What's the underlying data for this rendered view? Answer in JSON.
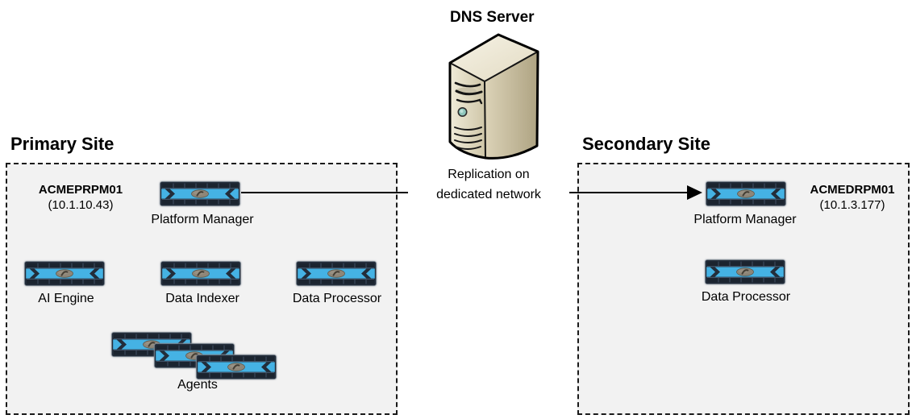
{
  "dns_server": {
    "label": "DNS Server",
    "icon": "tower-server-icon"
  },
  "replication_link": {
    "line1": "Replication on",
    "line2": "dedicated network"
  },
  "primary_site": {
    "title": "Primary Site",
    "host_name": "ACMEPRPM01",
    "host_ip": "(10.1.10.43)",
    "platform_manager_label": "Platform Manager",
    "ai_engine_label": "AI Engine",
    "data_indexer_label": "Data Indexer",
    "data_processor_label": "Data Processor",
    "agents_label": "Agents",
    "agents_count": 3
  },
  "secondary_site": {
    "title": "Secondary Site",
    "host_name": "ACMEDRPM01",
    "host_ip": "(10.1.3.177)",
    "platform_manager_label": "Platform Manager",
    "data_processor_label": "Data Processor"
  },
  "colors": {
    "appliance_blue": "#45B2E4",
    "appliance_dark": "#232D3A",
    "site_box_fill": "#F2F2F2",
    "arrow": "#000000",
    "server_beige": "#D8CFB3"
  }
}
